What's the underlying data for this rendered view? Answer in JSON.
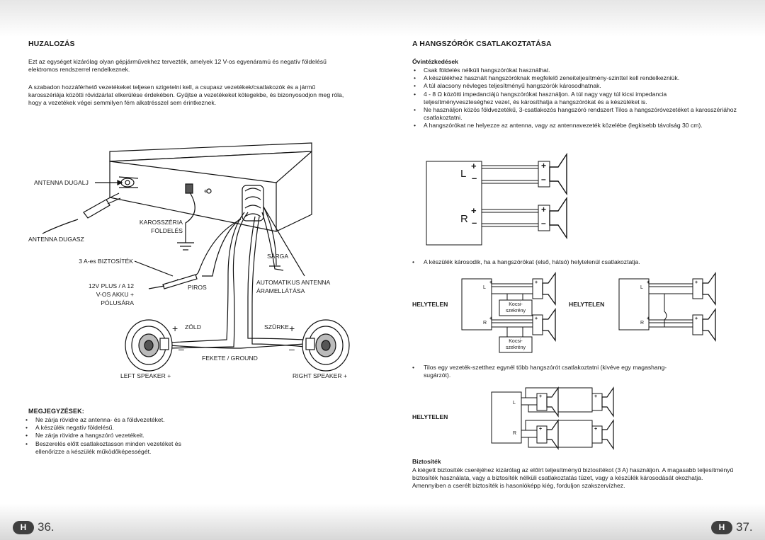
{
  "left": {
    "title": "HUZALOZÁS",
    "para1": "Ezt az egységet kizárólag olyan gépjárművekhez tervezték, amelyek 12 V-os egyenáramú és negatív földelésű elektromos rendszerrel rendelkeznek.",
    "para2": "A szabadon hozzáférhető vezetékeket teljesen szigetelni kell, a csupasz vezetékek/csatlakozók és a jármű karosszériája közötti rövidzárlat elkerülése érdekében. Gyűjtse a vezetékeket kötegekbe, és bizonyosodjon meg róla, hogy a vezetékek végei semmilyen fém alkatrésszel sem érintkeznek.",
    "diagram": {
      "antenna_jack": "ANTENNA DUGALJ",
      "body_ground_1": "KAROSSZÉRIA",
      "body_ground_2": "FÖLDELÉS",
      "antenna_plug": "ANTENNA DUGASZ",
      "fuse": "3 A-es BIZTOSÍTÉK",
      "yellow": "SÁRGA",
      "plus12_1": "12V PLUS / A 12",
      "plus12_2": "V-OS AKKU +",
      "plus12_3": "PÓLUSÁRA",
      "red": "PIROS",
      "auto_ant_1": "AUTOMATIKUS ANTENNA",
      "auto_ant_2": "ÁRAMELLÁTÁSA",
      "green": "ZÖLD",
      "grey": "SZÜRKE",
      "black": "FEKETE / GROUND",
      "left_speaker": "LEFT SPEAKER +",
      "right_speaker": "RIGHT SPEAKER +",
      "plus": "+",
      "minus": "–",
      "fuse_mark": "⊕"
    },
    "notes_title": "MEGJEGYZÉSEK:",
    "notes": [
      "Ne zárja rövidre az antenna- és a földvezetéket.",
      "A készülék negatív földelésű.",
      "Ne zárja rövidre a hangszóró vezetékeit.",
      "Beszerelés előtt csatlakoztasson minden vezetéket és ellenőrizze a készülék működőképességét."
    ],
    "page_letter": "H",
    "page_number": "36."
  },
  "right": {
    "title": "A HANGSZÓRÓK CSATLAKOZTATÁSA",
    "precautions_title": "Óvintézkedések",
    "precautions": [
      "Csak földelés nélküli hangszórókat használhat.",
      "A készülékhez használt hangszóróknak megfelelő zeneiteljesítmény-szinttel kell rendelkezniük.",
      "A túl alacsony névleges teljesítményű hangszórók károsodhatnak.",
      "4 - 8 Ω közötti impedanciájú hangszórókat használjon. A túl nagy vagy túl kicsi impedancia teljesítményveszteséghez vezet, és károsíthatja a hangszórókat és a készüléket is.",
      "Ne használjon közös földvezetékű, 3-csatlakozós hangszóró rendszert Tilos a hangszóróvezetéket a karosszériához csatlakoztatni.",
      "A hangszórókat ne helyezze az antenna, vagy az antennavezeték közelébe (legkisebb távolság 30 cm)."
    ],
    "L": "L",
    "R": "R",
    "plus": "+",
    "minus": "–",
    "damage_note": "A készülék károsodik, ha a hangszórókat (első, hátsó) helytelenül csatlakoztatja.",
    "wrong": "HELYTELEN",
    "chassis_1": "Kocsi-",
    "chassis_2": "szekrény",
    "parallel_note": "Tilos egy vezeték-szetthez egynél több hangszórót csatlakoztatni (kivéve egy magashang-sugárzót).",
    "fuse_title": "Biztosíték",
    "fuse_text": "A kiégett biztosíték cseréjéhez kizárólag az előírt teljesítményű biztosítékot (3 A) használjon. A magasabb teljesítményű biztosíték használata, vagy a biztosíték nélküli csatlakoztatás tüzet, vagy a készülék károsodását okozhatja. Amennyiben a cserélt biztosíték is hasonlóképp kiég, forduljon szakszervízhez.",
    "page_letter": "H",
    "page_number": "37."
  }
}
